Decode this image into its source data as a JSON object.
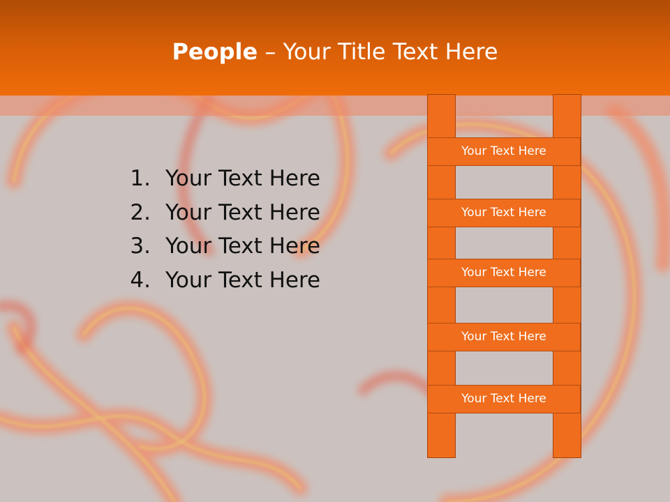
{
  "slide": {
    "title_bold": "People",
    "title_rest": " – Your Title Text Here",
    "list": [
      {
        "num": "1.",
        "text": "Your Text Here"
      },
      {
        "num": "2.",
        "text": "Your Text Here"
      },
      {
        "num": "3.",
        "text": "Your Text Here"
      },
      {
        "num": "4.",
        "text": "Your Text Here"
      }
    ],
    "ladder_rungs": [
      "Your Text Here",
      "Your Text Here",
      "Your Text Here",
      "Your Text Here",
      "Your Text Here"
    ]
  },
  "colors": {
    "header_top": "#b04c06",
    "header_bottom": "#ef6c0a",
    "ladder_fill": "#ef6d1d",
    "ladder_border": "#a9420a",
    "background": "#cbc2bf"
  }
}
